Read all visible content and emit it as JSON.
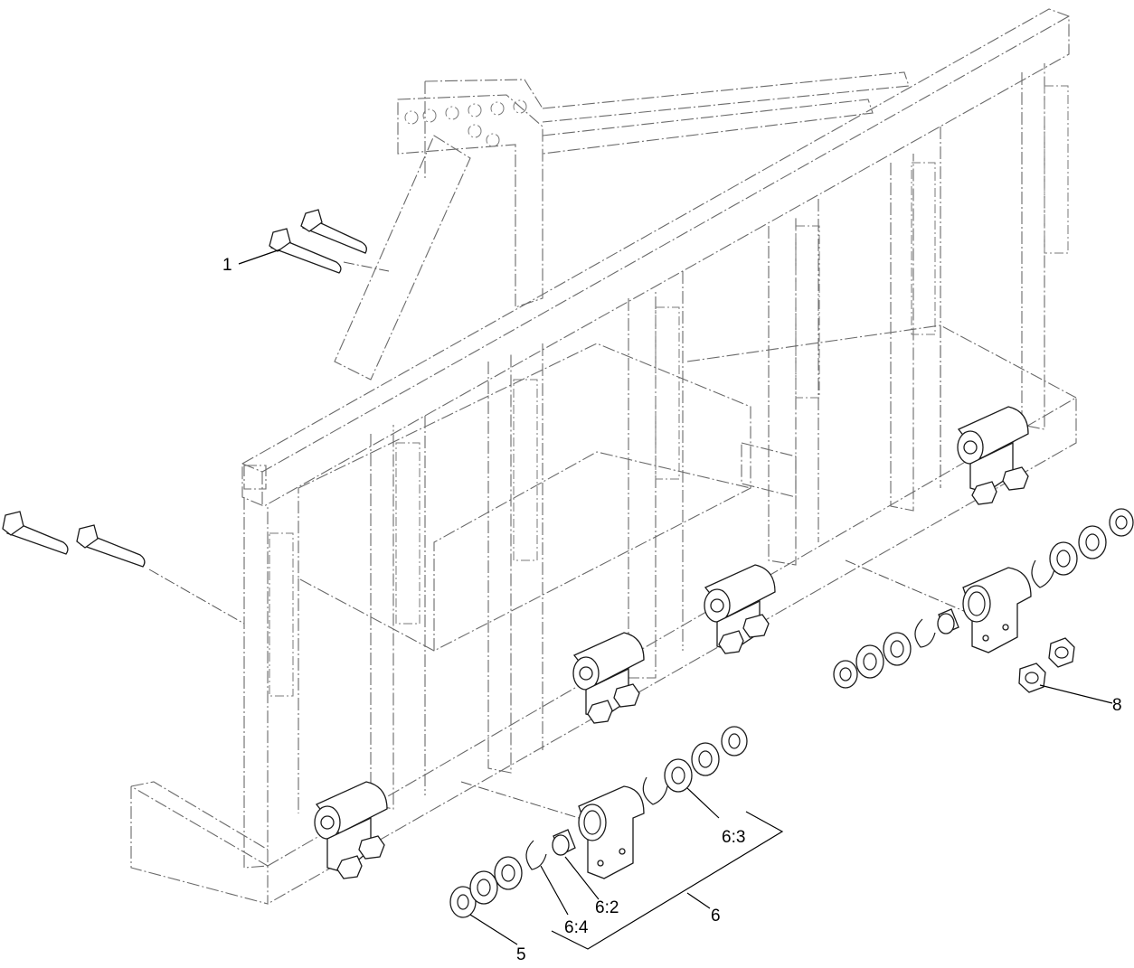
{
  "callouts": {
    "c1": "1",
    "c5": "5",
    "c6": "6",
    "c6_2": "6:2",
    "c6_3": "6:3",
    "c6_4": "6:4",
    "c8": "8"
  }
}
